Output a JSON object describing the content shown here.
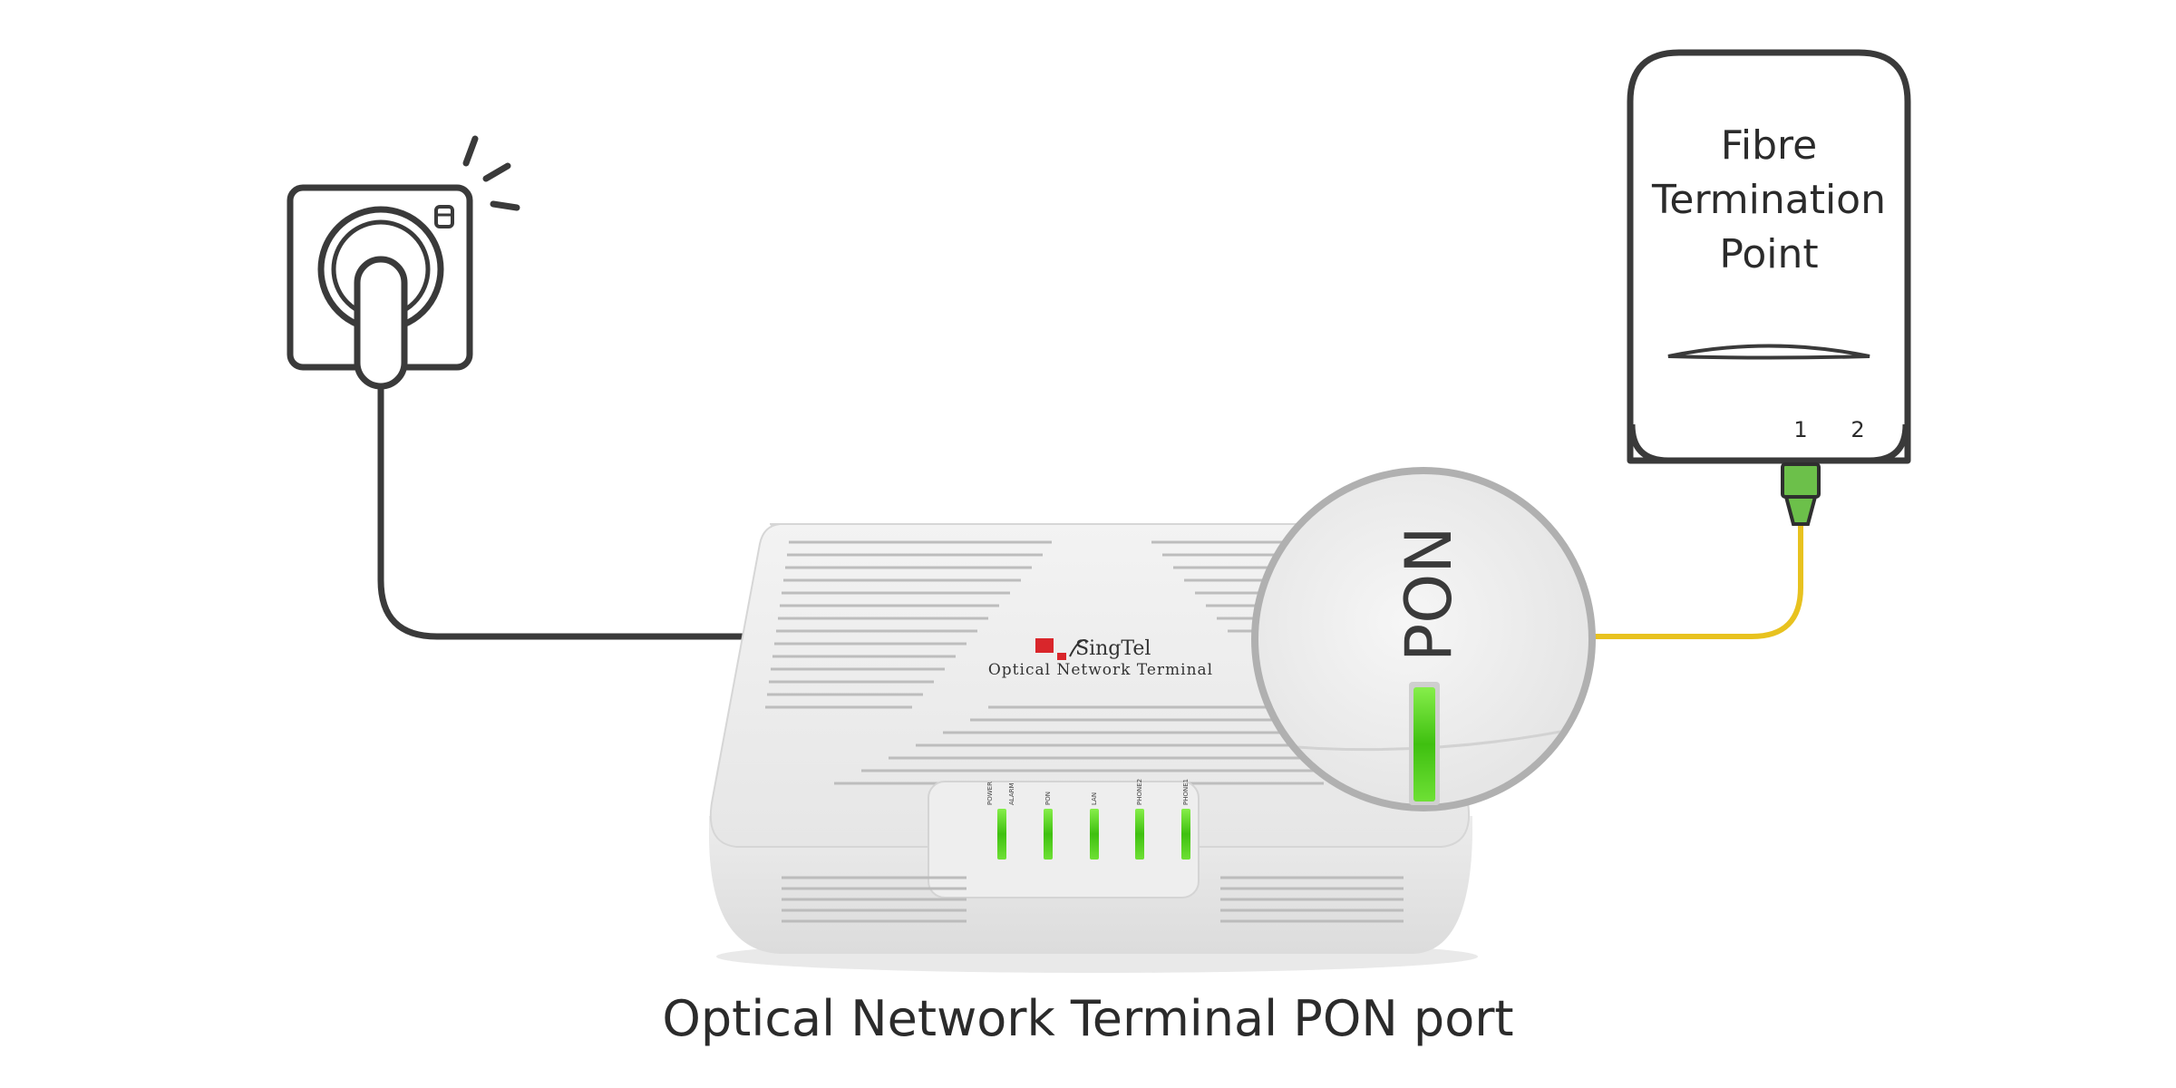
{
  "fibre_termination_point": {
    "label_lines": [
      "Fibre",
      "Termination",
      "Point"
    ],
    "ports": [
      "1",
      "2"
    ]
  },
  "ont": {
    "brand": "SingTel",
    "model_name": "Optical Network Terminal",
    "led_labels": [
      "POWER",
      "ALARM",
      "PON",
      "LAN",
      "PHONE2",
      "PHONE1"
    ]
  },
  "zoom": {
    "port_label": "PON"
  },
  "caption": "Optical Network Terminal PON port",
  "colors": {
    "line": "#3a3a3a",
    "fibre_cable": "#e8c21f",
    "led_green": "#4fd11e",
    "connector_green": "#6cc04a",
    "brand_red": "#d9262b"
  },
  "icons": [
    "wall-socket-icon",
    "plug-icon",
    "spark-icon",
    "switch-icon"
  ]
}
